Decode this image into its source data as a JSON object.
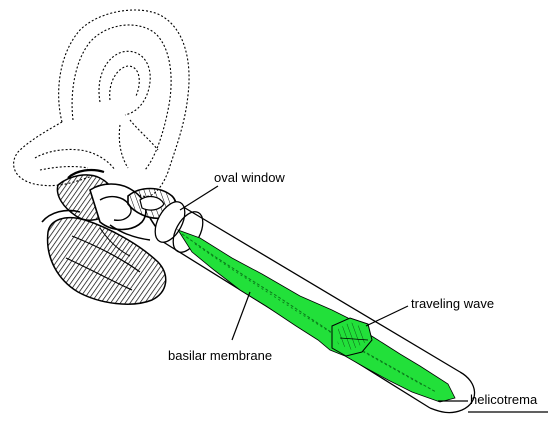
{
  "labels": {
    "oval_window": "oval window",
    "traveling_wave": "traveling wave",
    "basilar_membrane": "basilar membrane",
    "helicotrema": "helicotrema"
  },
  "colors": {
    "membrane": "#22e03a",
    "outline": "#000000"
  }
}
